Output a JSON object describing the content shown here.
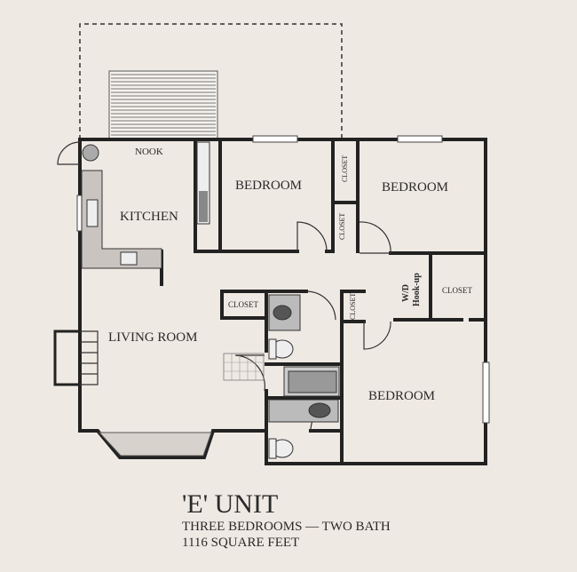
{
  "rooms": {
    "nook": "NOOK",
    "kitchen": "KITCHEN",
    "living_room": "LIVING ROOM",
    "bedroom_1": "BEDROOM",
    "bedroom_2": "BEDROOM",
    "bedroom_3": "BEDROOM",
    "closet_1": "CLOSET",
    "closet_2": "CLOSET",
    "closet_3": "CLOSET",
    "closet_4": "CLOSET",
    "closet_5": "CLOSET",
    "wd_line1": "W/D",
    "wd_line2": "Hook-up"
  },
  "caption": {
    "unit": "'E' UNIT",
    "description": "THREE BEDROOMS — TWO BATH",
    "area": "1116 SQUARE FEET"
  },
  "colors": {
    "background": "#efe9e3",
    "walls": "#222222"
  }
}
